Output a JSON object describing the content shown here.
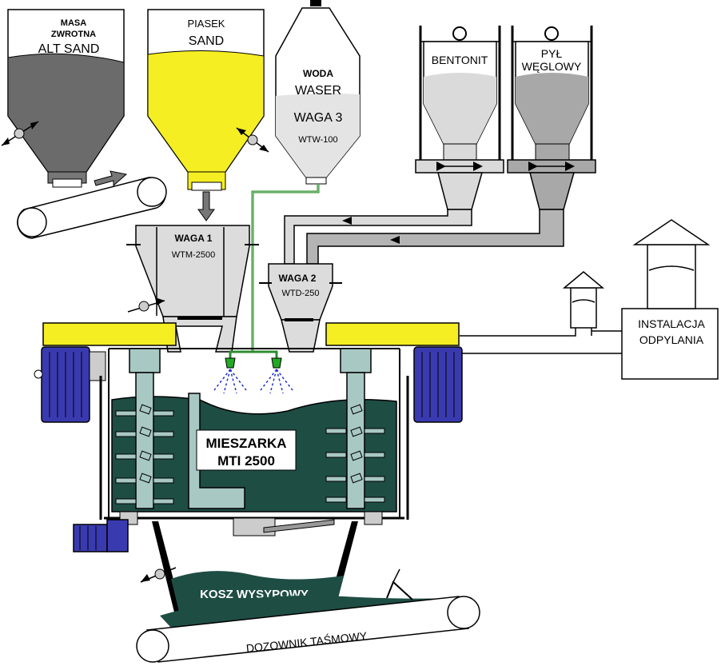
{
  "labels": {
    "masa_line1": "MASA",
    "masa_line2": "ZWROTNA",
    "alt_sand": "ALT SAND",
    "piasek": "PIASEK",
    "sand": "SAND",
    "woda": "WODA",
    "waser": "WASER",
    "waga3": "WAGA 3",
    "wtw": "WTW-100",
    "bentonit": "BENTONIT",
    "pyl": "PYŁ",
    "weglowy": "WĘGLOWY",
    "waga1": "WAGA 1",
    "wtm": "WTM-2500",
    "waga2": "WAGA 2",
    "wtd": "WTD-250",
    "instalacja": "INSTALACJA",
    "odpylania": "ODPYLANIA",
    "mieszarka": "MIESZARKA",
    "mti": "MTI 2500",
    "kosz": "KOSZ WYSYPOWY",
    "dozownik": "DOZOWNIK TAŚMOWY"
  },
  "colors": {
    "alt_sand": "#6b6b6b",
    "sand": "#f5ee22",
    "mixer_fill": "#1e4d44",
    "shaft": "#a8c8c4",
    "motor": "#3a3ab0",
    "yellow_beam": "#f5ee22",
    "hopper_grey": "#d6d6d6",
    "water_pipe": "#2f8a2f",
    "nozzle": "#22aa22",
    "spray": "#2233cc"
  }
}
